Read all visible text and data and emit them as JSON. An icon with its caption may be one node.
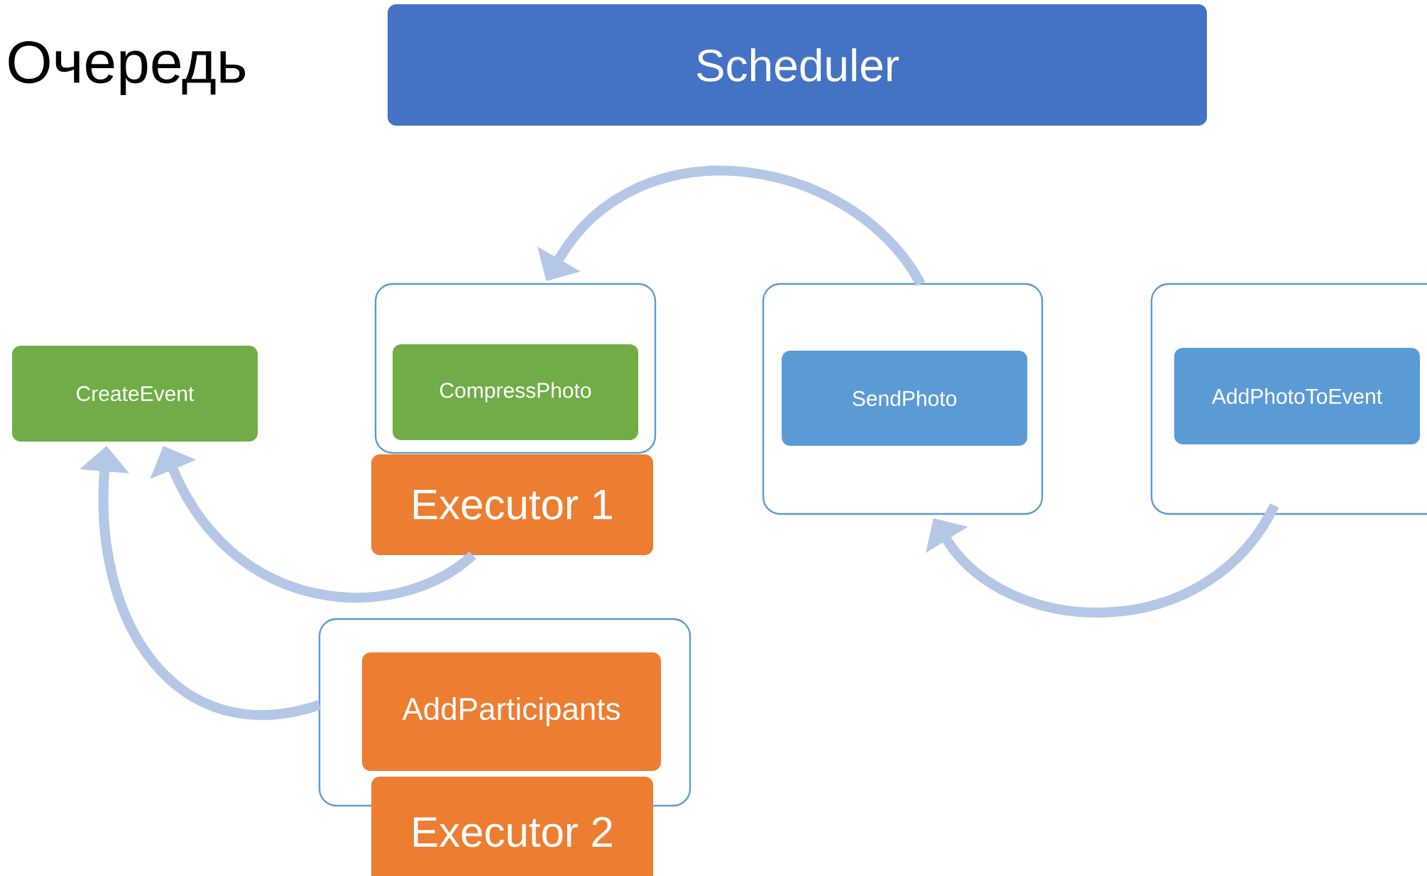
{
  "diagram": {
    "title": "Очередь",
    "nodes": [
      {
        "text": [
          "Scheduler"
        ]
      },
      {
        "text": [
          "CreateEvent"
        ]
      },
      {
        "text": [],
        "shape": "box"
      },
      {
        "text": [
          "CompressPhoto"
        ],
        "in": 2
      },
      {
        "text": [
          "Executor 1"
        ]
      },
      {
        "text": [],
        "shape": "box"
      },
      {
        "text": [
          "SendPhoto"
        ],
        "in": 5
      },
      {
        "text": [],
        "shape": "box"
      },
      {
        "text": [
          "AddPhotoToEvent"
        ],
        "in": 7
      },
      {
        "text": [],
        "shape": "box"
      },
      {
        "text": [
          "AddParticipants"
        ],
        "in": 9
      },
      {
        "text": [
          "Executor 2"
        ]
      }
    ],
    "edges": [
      {
        "from": 5,
        "to": 2,
        "arrow": "to"
      },
      {
        "from": 4,
        "to": 1,
        "arrow": "to"
      },
      {
        "from": 9,
        "to": 1,
        "arrow": "to"
      },
      {
        "from": 7,
        "to": 5,
        "arrow": "to"
      }
    ]
  }
}
